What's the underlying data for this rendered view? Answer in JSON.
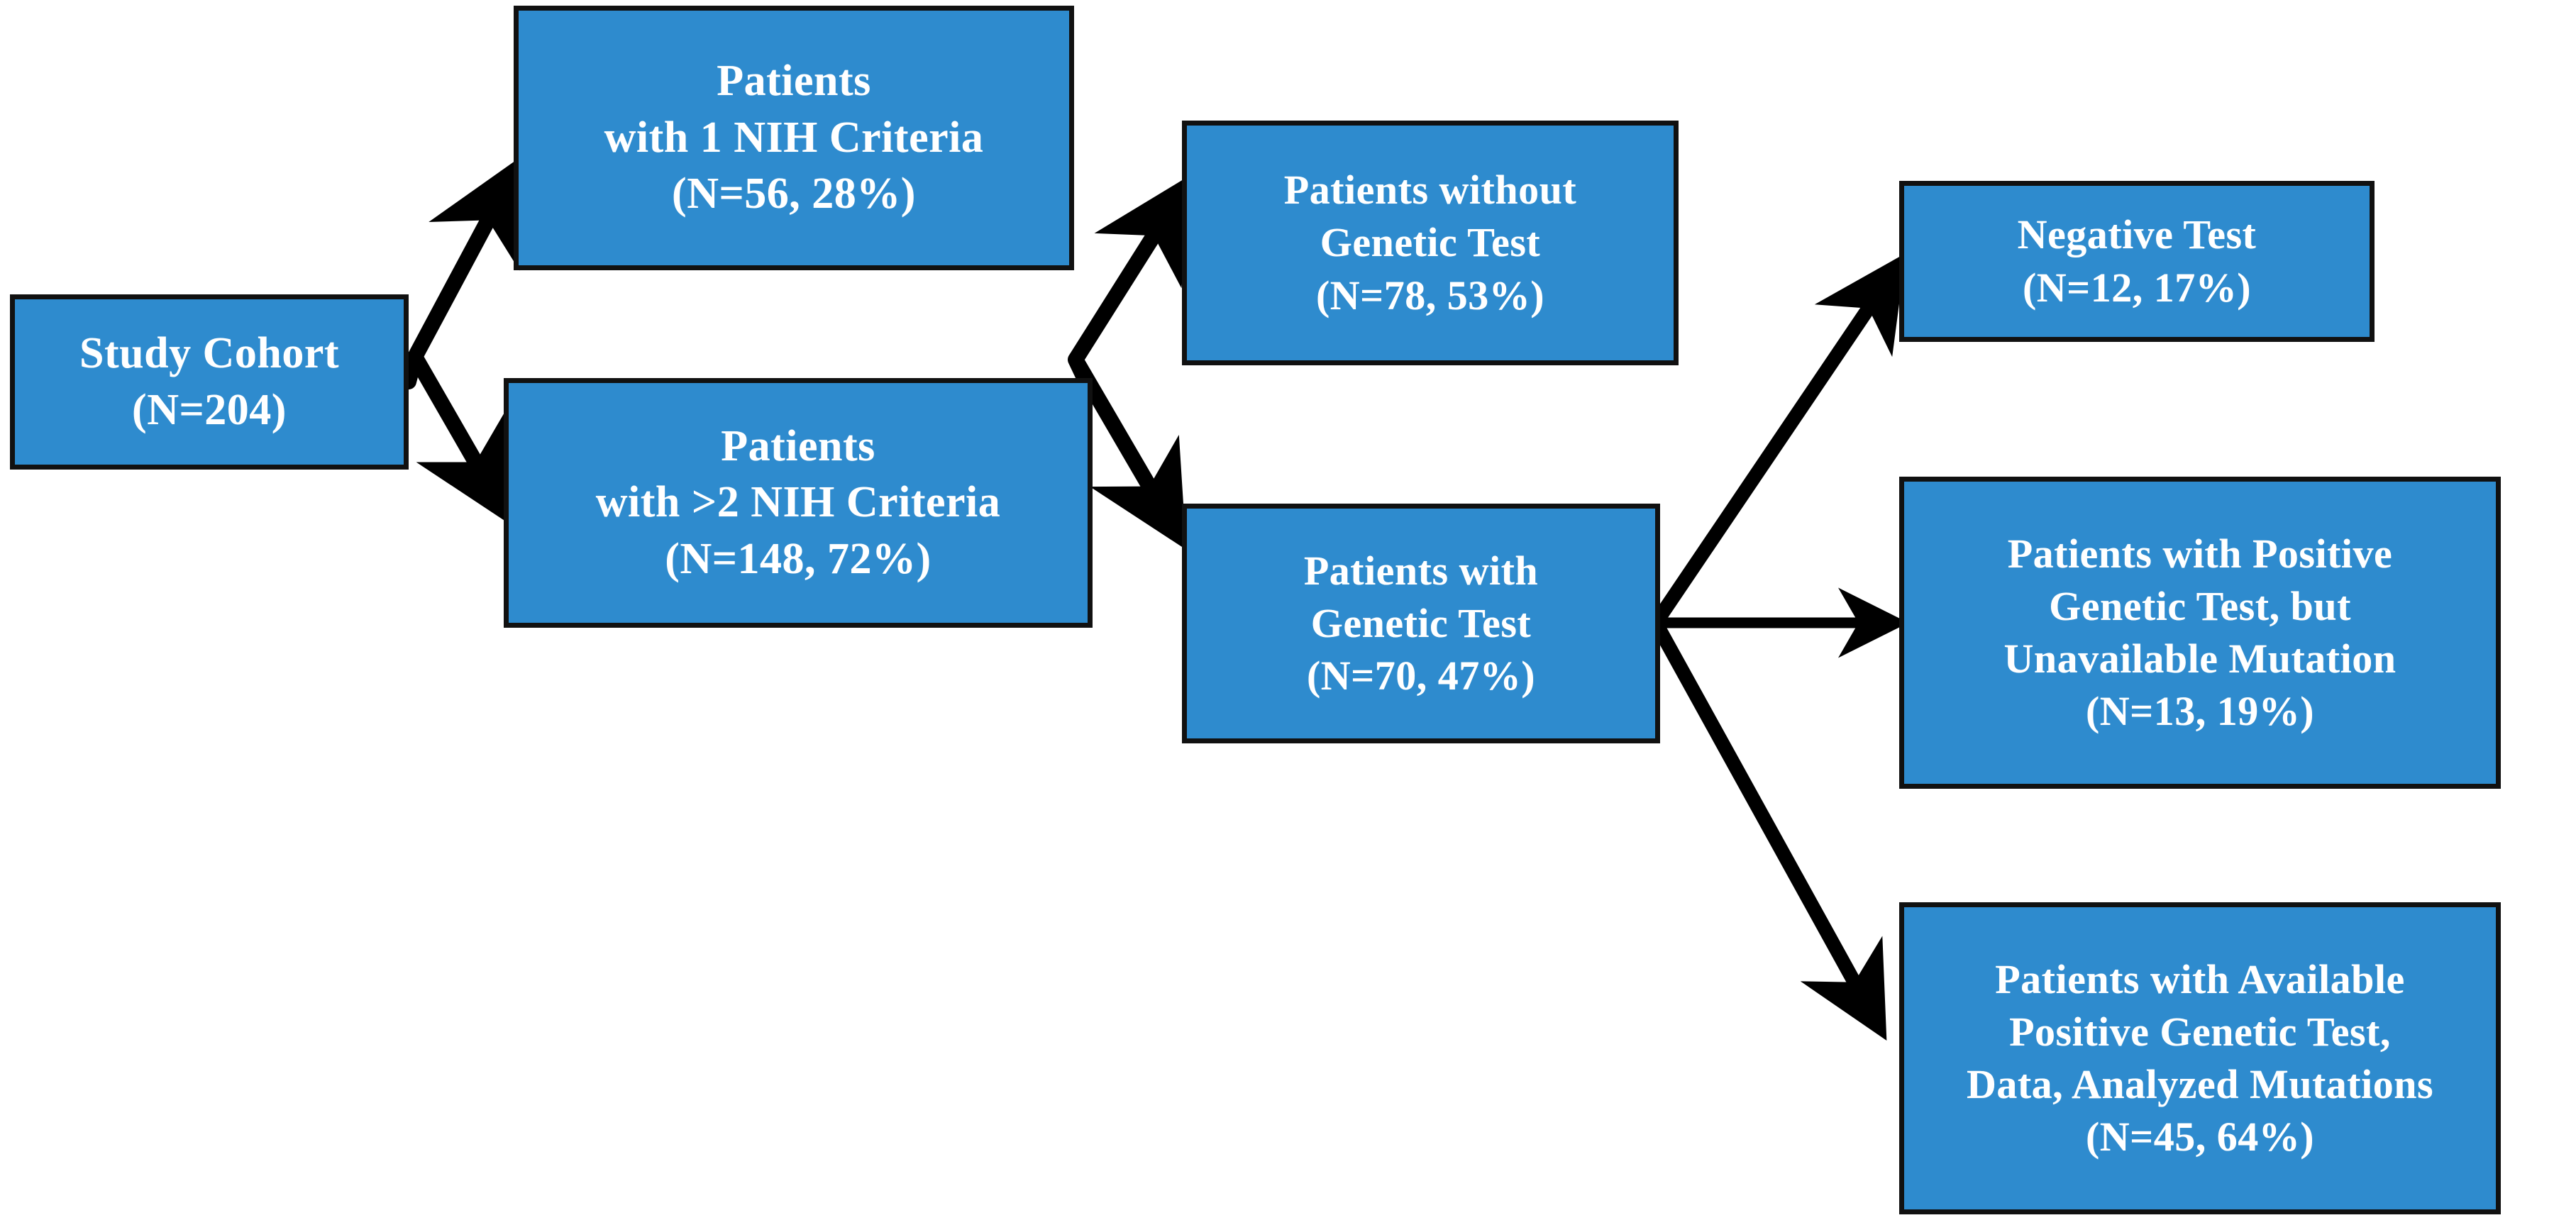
{
  "figure": {
    "type": "flowchart",
    "title": "Patient selection flow diagram",
    "background_color": "#FFFFFF",
    "node_fill_color": "#2E8BCE",
    "node_border_color": "#111111",
    "node_text_color": "#FFFFFF",
    "arrow_color": "#000000"
  },
  "nodes": {
    "study_cohort": {
      "id": "study-cohort",
      "lines": [
        "Study Cohort",
        "(N=204)"
      ],
      "n": 204,
      "percent": null
    },
    "one_nih": {
      "id": "one-nih-criteria",
      "lines": [
        "Patients",
        "with 1 NIH Criteria",
        "(N=56, 28%)"
      ],
      "n": 56,
      "percent": 28
    },
    "two_nih": {
      "id": "two-or-more-nih-criteria",
      "lines": [
        "Patients",
        "with >2 NIH Criteria",
        "(N=148, 72%)"
      ],
      "n": 148,
      "percent": 72
    },
    "without_test": {
      "id": "patients-without-genetic-test",
      "lines": [
        "Patients without",
        "Genetic Test",
        "(N=78, 53%)"
      ],
      "n": 78,
      "percent": 53
    },
    "with_test": {
      "id": "patients-with-genetic-test",
      "lines": [
        "Patients with",
        "Genetic Test",
        "(N=70, 47%)"
      ],
      "n": 70,
      "percent": 47
    },
    "negative": {
      "id": "negative-test",
      "lines": [
        "Negative Test",
        "(N=12, 17%)"
      ],
      "n": 12,
      "percent": 17
    },
    "positive_unavailable": {
      "id": "positive-test-unavailable-mutation",
      "lines": [
        "Patients with Positive",
        "Genetic Test, but",
        "Unavailable Mutation",
        "(N=13, 19%)"
      ],
      "n": 13,
      "percent": 19
    },
    "positive_available": {
      "id": "positive-test-available-data",
      "lines": [
        "Patients with Available",
        "Positive Genetic Test,",
        "Data, Analyzed Mutations",
        "(N=45, 64%)"
      ],
      "n": 45,
      "percent": 64
    }
  },
  "edges": [
    {
      "id": "study-cohort-to-one-nih",
      "from": "study_cohort",
      "to": "one_nih"
    },
    {
      "id": "study-cohort-to-two-nih",
      "from": "study_cohort",
      "to": "two_nih"
    },
    {
      "id": "two-nih-to-without-test",
      "from": "two_nih",
      "to": "without_test"
    },
    {
      "id": "two-nih-to-with-test",
      "from": "two_nih",
      "to": "with_test"
    },
    {
      "id": "with-test-to-negative",
      "from": "with_test",
      "to": "negative"
    },
    {
      "id": "with-test-to-positive-unavailable",
      "from": "with_test",
      "to": "positive_unavailable"
    },
    {
      "id": "with-test-to-positive-available",
      "from": "with_test",
      "to": "positive_available"
    }
  ]
}
